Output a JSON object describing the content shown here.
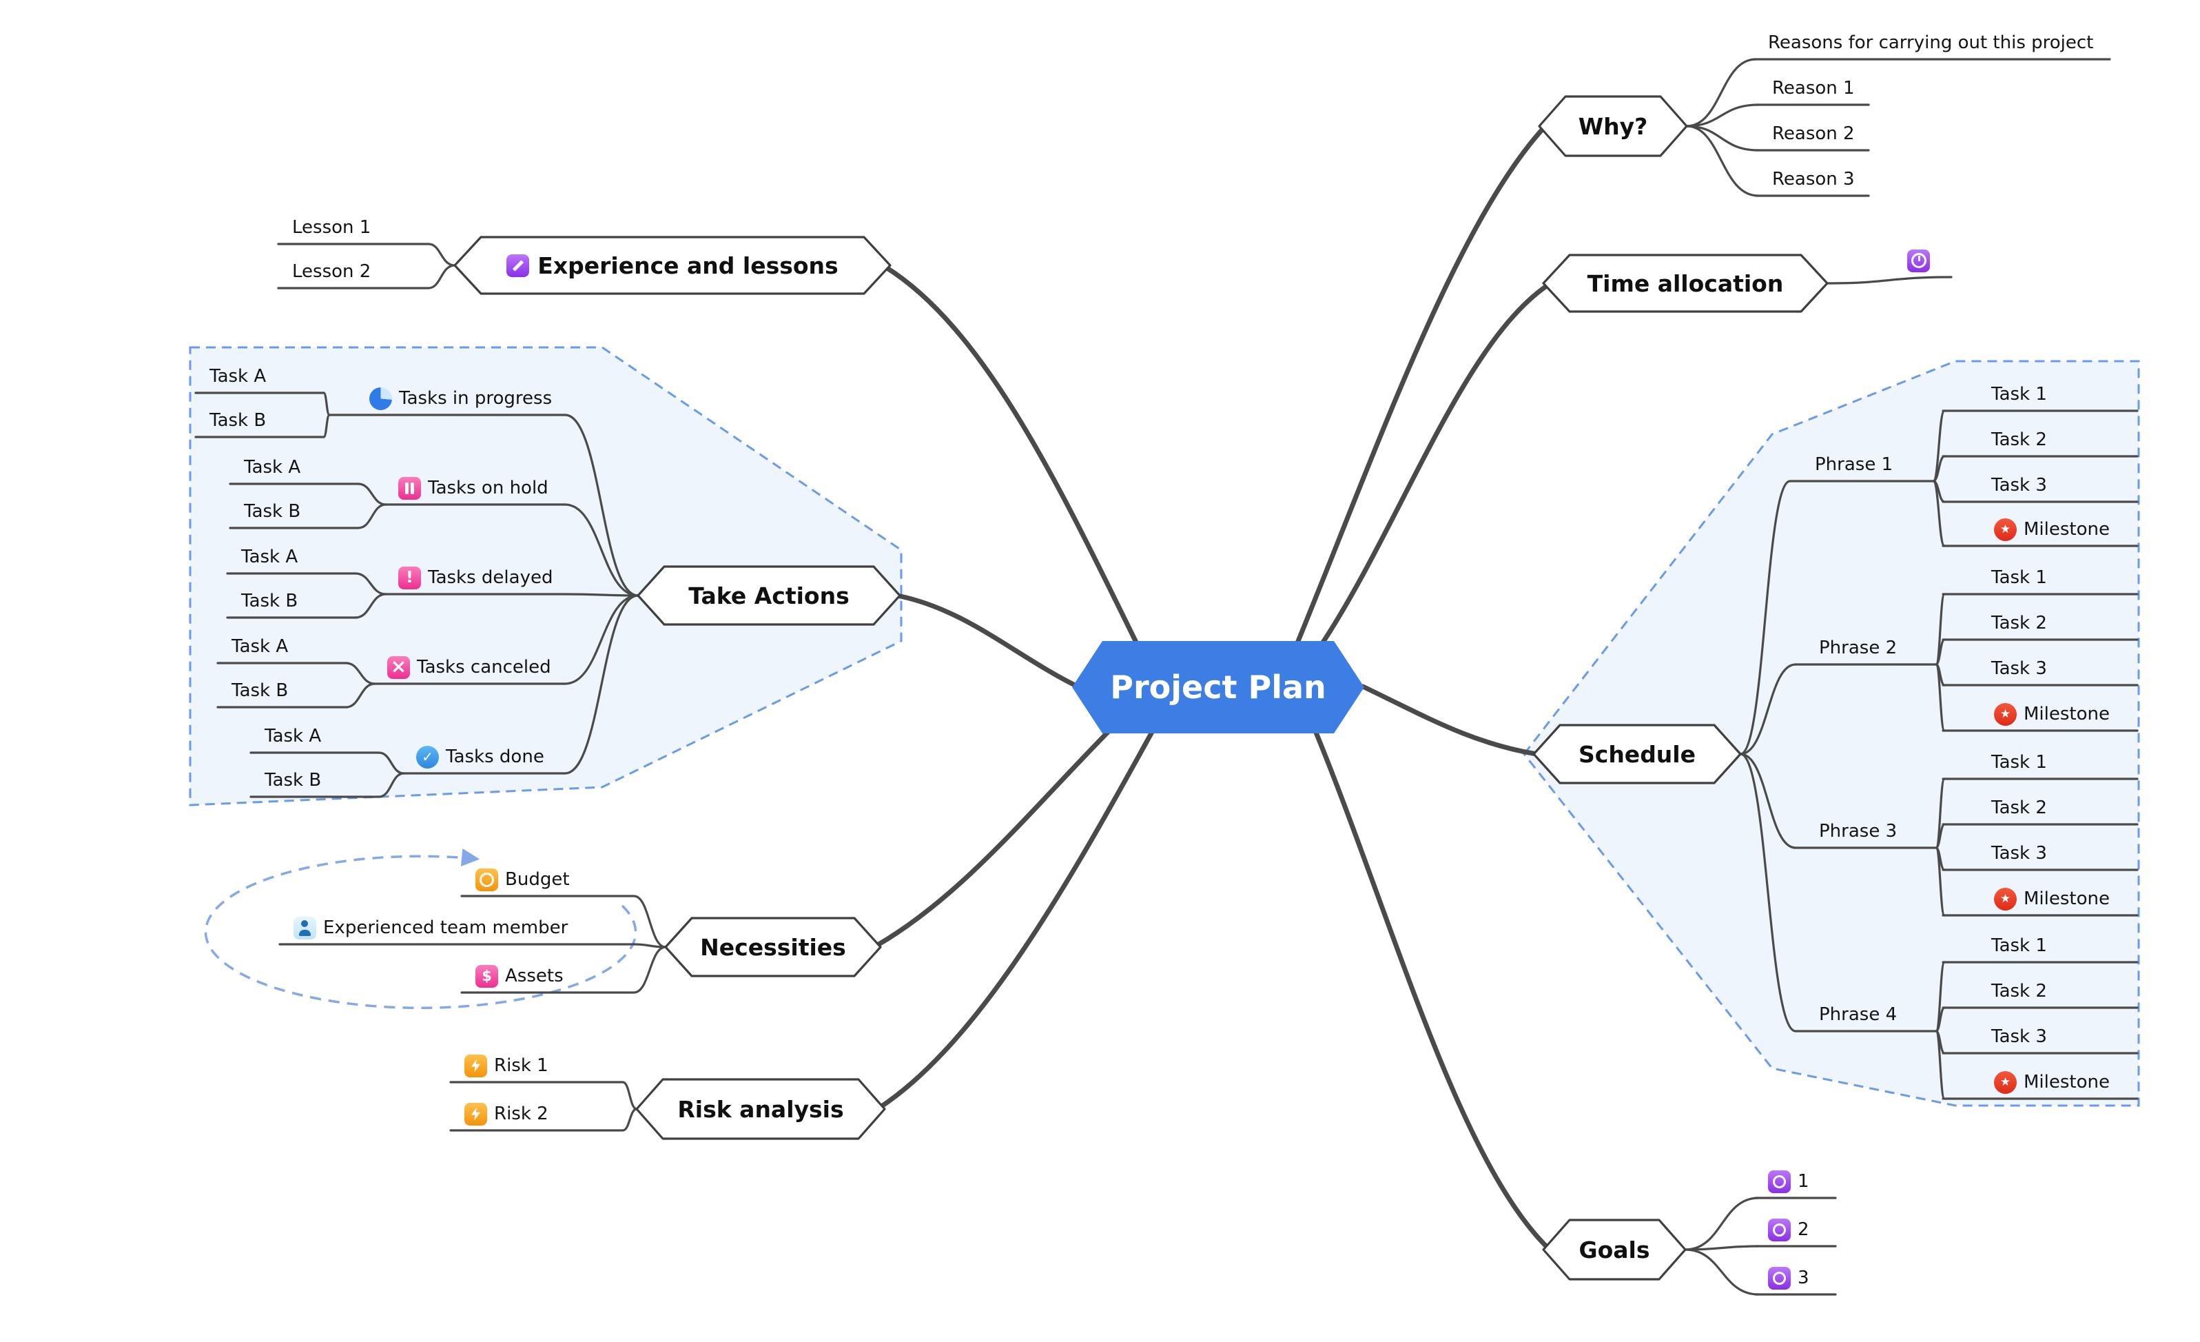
{
  "root": {
    "label": "Project Plan"
  },
  "why": {
    "label": "Why?",
    "children": [
      "Reasons for carrying out this project",
      "Reason 1",
      "Reason 2",
      "Reason 3"
    ]
  },
  "time_allocation": {
    "label": "Time allocation"
  },
  "schedule": {
    "label": "Schedule",
    "phases": [
      {
        "label": "Phrase 1",
        "tasks": [
          "Task 1",
          "Task 2",
          "Task 3"
        ],
        "milestone": "Milestone"
      },
      {
        "label": "Phrase 2",
        "tasks": [
          "Task 1",
          "Task 2",
          "Task 3"
        ],
        "milestone": "Milestone"
      },
      {
        "label": "Phrase 3",
        "tasks": [
          "Task 1",
          "Task 2",
          "Task 3"
        ],
        "milestone": "Milestone"
      },
      {
        "label": "Phrase 4",
        "tasks": [
          "Task 1",
          "Task 2",
          "Task 3"
        ],
        "milestone": "Milestone"
      }
    ]
  },
  "goals": {
    "label": "Goals",
    "items": [
      "1",
      "2",
      "3"
    ]
  },
  "experience": {
    "label": "Experience and lessons",
    "children": [
      "Lesson 1",
      "Lesson 2"
    ]
  },
  "take_actions": {
    "label": "Take Actions",
    "groups": [
      {
        "label": "Tasks in progress",
        "tasks": [
          "Task A",
          "Task B"
        ]
      },
      {
        "label": "Tasks on hold",
        "tasks": [
          "Task A",
          "Task B"
        ]
      },
      {
        "label": "Tasks delayed",
        "tasks": [
          "Task A",
          "Task B"
        ]
      },
      {
        "label": "Tasks canceled",
        "tasks": [
          "Task A",
          "Task B"
        ]
      },
      {
        "label": "Tasks done",
        "tasks": [
          "Task A",
          "Task B"
        ]
      }
    ]
  },
  "necessities": {
    "label": "Necessities",
    "items": [
      "Budget",
      "Experienced team member",
      "Assets"
    ]
  },
  "risk_analysis": {
    "label": "Risk analysis",
    "items": [
      "Risk 1",
      "Risk 2"
    ]
  },
  "icons": {
    "experience": "pencil-icon",
    "time_allocation": "clock-icon",
    "milestone": "star-icon",
    "tasks_in_progress": "pie-chart-icon",
    "tasks_on_hold": "pause-icon",
    "tasks_delayed": "exclamation-icon",
    "tasks_canceled": "cross-icon",
    "tasks_done": "check-icon",
    "budget": "coin-icon",
    "team_member": "person-icon",
    "assets": "dollar-icon",
    "risk": "lightning-icon",
    "goal": "target-icon"
  },
  "colors": {
    "root_fill": "#3D7EE4",
    "topic_border": "#3F3F3F",
    "connector": "#4A4A4A",
    "boundary_stroke": "#6B9BE8",
    "boundary_fill": "#E4EFFC"
  }
}
